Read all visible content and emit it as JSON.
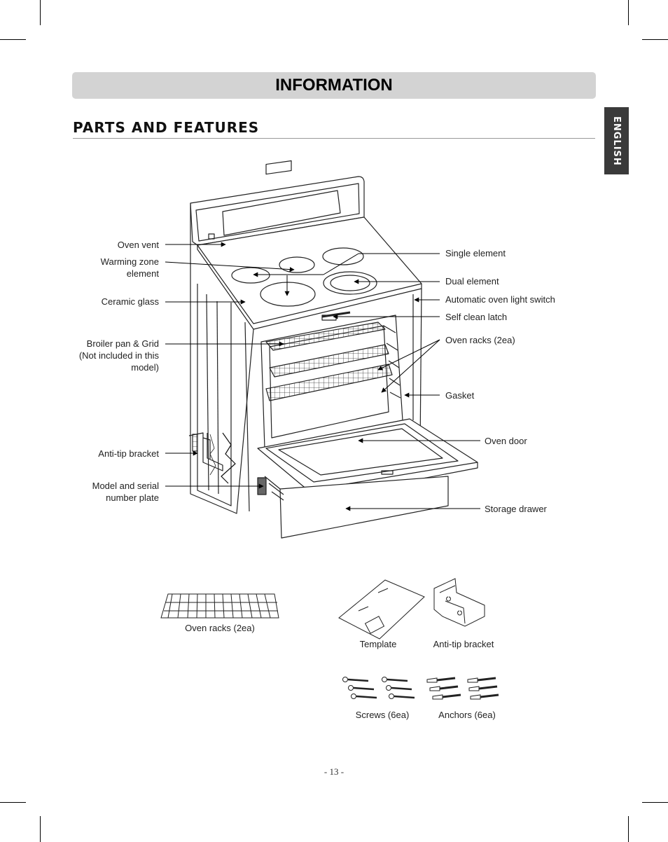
{
  "header": {
    "banner": "INFORMATION",
    "section_title": "PARTS AND FEATURES",
    "side_tab": "ENGLISH"
  },
  "labels_left": {
    "oven_vent": "Oven vent",
    "warming_zone_1": "Warming zone",
    "warming_zone_2": "element",
    "ceramic_glass": "Ceramic glass",
    "broiler_1": "Broiler pan & Grid",
    "broiler_2": "(Not included in this",
    "broiler_3": "model)",
    "anti_tip": "Anti-tip bracket",
    "model_serial_1": "Model and serial",
    "model_serial_2": "number plate"
  },
  "labels_right": {
    "single_element": "Single element",
    "dual_element": "Dual element",
    "light_switch": "Automatic oven light switch",
    "self_clean": "Self clean latch",
    "oven_racks": "Oven racks (2ea)",
    "gasket": "Gasket",
    "oven_door": "Oven door",
    "storage_drawer": "Storage drawer"
  },
  "accessories": {
    "oven_racks": "Oven racks (2ea)",
    "template": "Template",
    "anti_tip": "Anti-tip bracket",
    "screws": "Screws (6ea)",
    "anchors": "Anchors (6ea)"
  },
  "footer": {
    "page_number": "- 13 -"
  }
}
